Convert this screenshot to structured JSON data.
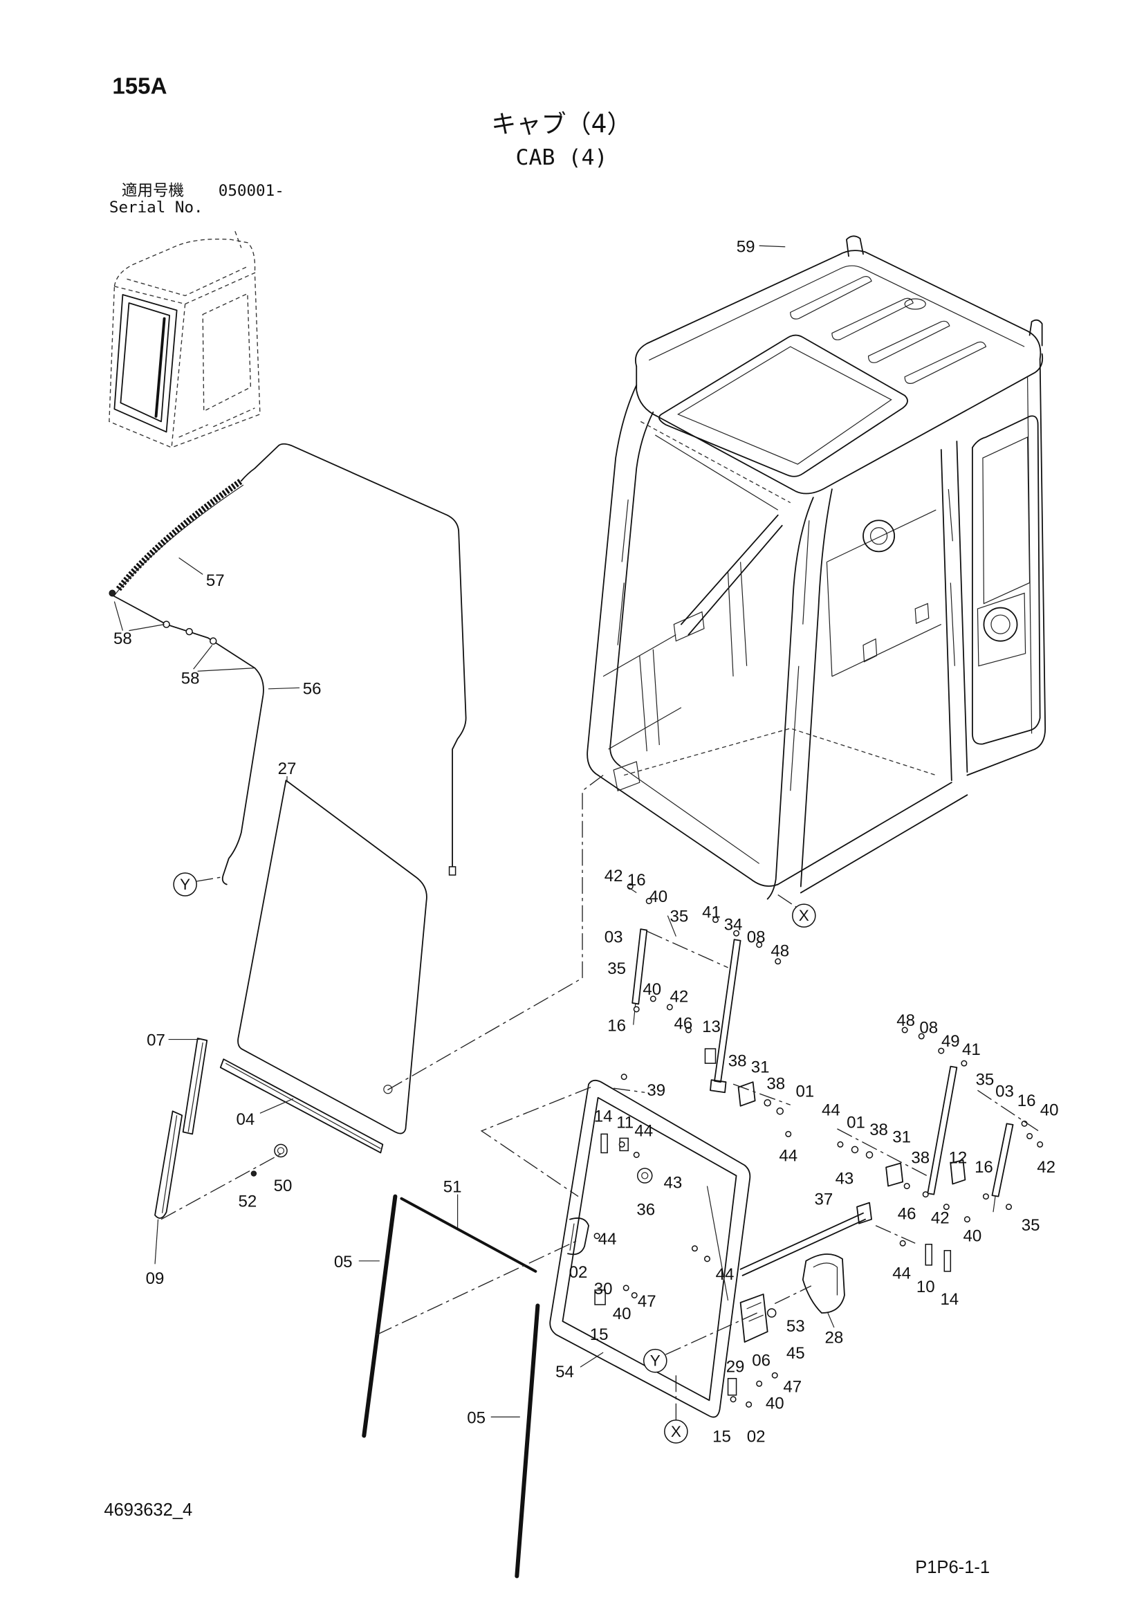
{
  "header": {
    "page_code": "155A",
    "title_ja": "キャブ（4）",
    "title_en": "CAB (4)",
    "serial_label_ja": "適用号機",
    "serial_value": "050001-",
    "serial_label_en": "Serial No."
  },
  "callouts": [
    "59",
    "57",
    "58",
    "58",
    "56",
    "27",
    "42",
    "16",
    "40",
    "35",
    "41",
    "34",
    "03",
    "08",
    "48",
    "35",
    "40",
    "42",
    "16",
    "46",
    "13",
    "07",
    "38",
    "31",
    "38",
    "01",
    "39",
    "04",
    "14",
    "11",
    "44",
    "44",
    "01",
    "38",
    "31",
    "44",
    "38",
    "12",
    "48",
    "08",
    "49",
    "41",
    "35",
    "03",
    "16",
    "40",
    "42",
    "16",
    "43",
    "43",
    "36",
    "37",
    "46",
    "42",
    "40",
    "35",
    "52",
    "50",
    "09",
    "51",
    "44",
    "05",
    "44",
    "44",
    "10",
    "14",
    "02",
    "30",
    "47",
    "40",
    "15",
    "53",
    "28",
    "06",
    "45",
    "54",
    "29",
    "47",
    "40",
    "15",
    "02",
    "05"
  ],
  "reference_marks": [
    "Y",
    "X",
    "Y",
    "X"
  ],
  "footer": {
    "drawing_no": "4693632_4",
    "page_no": "P1P6-1-1"
  }
}
